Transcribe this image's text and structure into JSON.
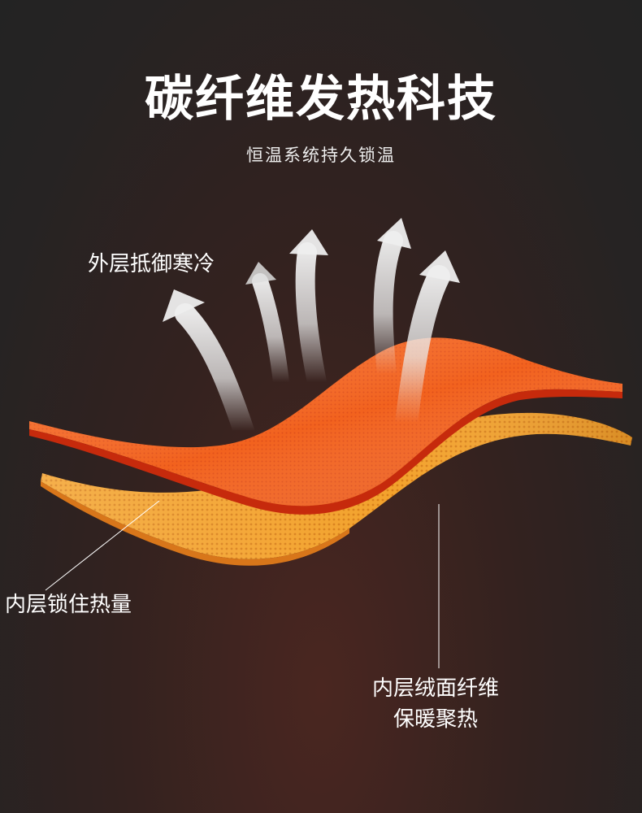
{
  "title": "碳纤维发热科技",
  "subtitle": "恒温系统持久锁温",
  "labels": {
    "outer_layer": "外层抵御寒冷",
    "inner_lock": "内层锁住热量",
    "fleece_line1": "内层绒面纤维",
    "fleece_line2": "保暖聚热"
  },
  "colors": {
    "background": "#262323",
    "outer_layer": "#f05a1a",
    "outer_edge": "#c82a0c",
    "inner_layer": "#f2a12a",
    "arrow": "#e6e6e6"
  },
  "icons": {
    "heat_arrows": "heat-rising-arrow-icon"
  }
}
